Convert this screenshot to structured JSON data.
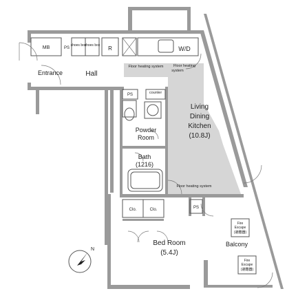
{
  "rooms": {
    "mb": "MB",
    "ps_top": "PS",
    "shoes_box_1": "shoes box",
    "shoes_box_2": "shoes box",
    "refrigerator": "R",
    "washer_dryer": "W/D",
    "entrance": "Entrance",
    "hall": "Hall",
    "ps_mid": "PS",
    "counter": "counter",
    "living_line1": "Living",
    "living_line2": "Dining",
    "living_line3": "Kitchen",
    "living_area": "(10.8J)",
    "powder_line1": "Powder",
    "powder_line2": "Room",
    "bath_label": "Bath",
    "bath_size": "(1216)",
    "clo_1": "Clo.",
    "clo_2": "Clo.",
    "ps_bottom": "PS",
    "bedroom_label": "Bed Room",
    "bedroom_area": "(5.4J)",
    "balcony": "Balcony",
    "fire_escape_1a": "Fire",
    "fire_escape_1b": "Escape",
    "fire_escape_1c": "(避難器)",
    "fire_escape_2a": "Fire",
    "fire_escape_2b": "Escape",
    "fire_escape_2c": "(避難器)"
  },
  "annotations": {
    "floor_heating_1": "Floor heating system",
    "floor_heating_2a": "Floor heating",
    "floor_heating_2b": "system",
    "floor_heating_3": "Floor heating system"
  },
  "compass": {
    "north": "N"
  }
}
